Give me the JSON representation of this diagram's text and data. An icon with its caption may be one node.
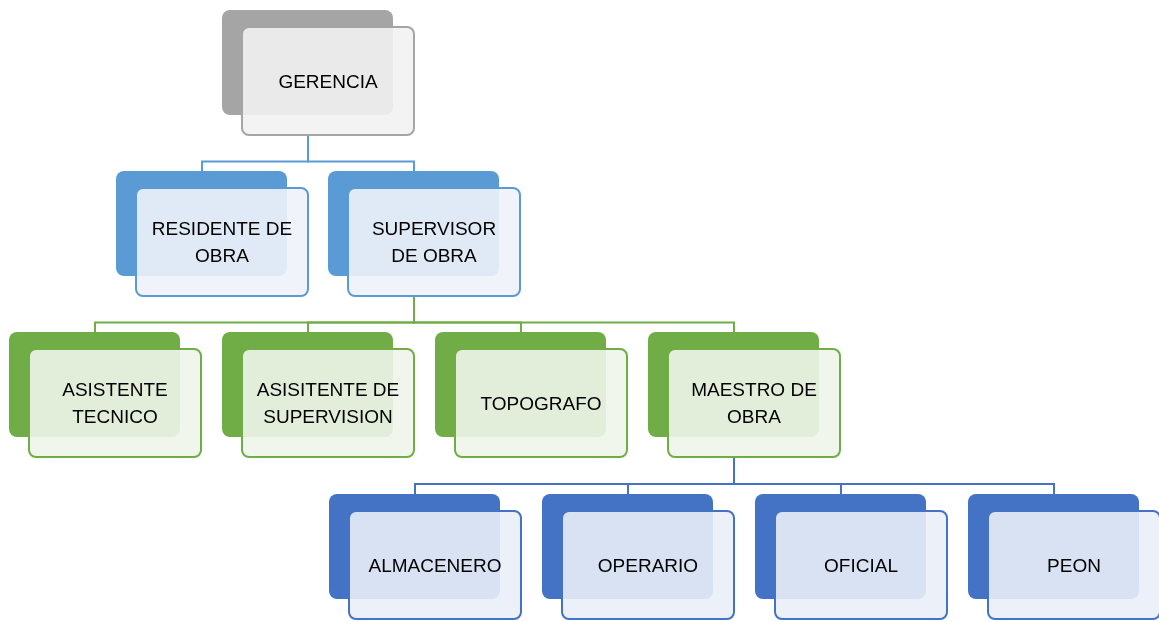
{
  "diagram": {
    "nodes": [
      {
        "text": [
          "GERENCIA"
        ]
      },
      {
        "text": [
          "RESIDENTE DE OBRA"
        ]
      },
      {
        "text": [
          "SUPERVISOR DE OBRA"
        ]
      },
      {
        "text": [
          "ASISTENTE TECNICO"
        ]
      },
      {
        "text": [
          "ASISITENTE DE SUPERVISION"
        ]
      },
      {
        "text": [
          "TOPOGRAFO"
        ]
      },
      {
        "text": [
          "MAESTRO DE OBRA"
        ]
      },
      {
        "text": [
          "ALMACENERO"
        ]
      },
      {
        "text": [
          "OPERARIO"
        ]
      },
      {
        "text": [
          "OFICIAL"
        ]
      },
      {
        "text": [
          "PEON"
        ]
      }
    ],
    "edges": [
      {
        "from": 0,
        "to": 1,
        "arrow": "none",
        "color": "#5b9bd5"
      },
      {
        "from": 0,
        "to": 2,
        "arrow": "none",
        "color": "#5b9bd5"
      },
      {
        "from": 2,
        "to": 3,
        "arrow": "none",
        "color": "#70ad47"
      },
      {
        "from": 2,
        "to": 4,
        "arrow": "none",
        "color": "#70ad47"
      },
      {
        "from": 2,
        "to": 5,
        "arrow": "none",
        "color": "#70ad47"
      },
      {
        "from": 2,
        "to": 6,
        "arrow": "none",
        "color": "#70ad47"
      },
      {
        "from": 6,
        "to": 7,
        "arrow": "none",
        "color": "#4472c4"
      },
      {
        "from": 6,
        "to": 8,
        "arrow": "none",
        "color": "#4472c4"
      },
      {
        "from": 6,
        "to": 9,
        "arrow": "none",
        "color": "#4472c4"
      },
      {
        "from": 6,
        "to": 10,
        "arrow": "none",
        "color": "#4472c4"
      }
    ]
  }
}
